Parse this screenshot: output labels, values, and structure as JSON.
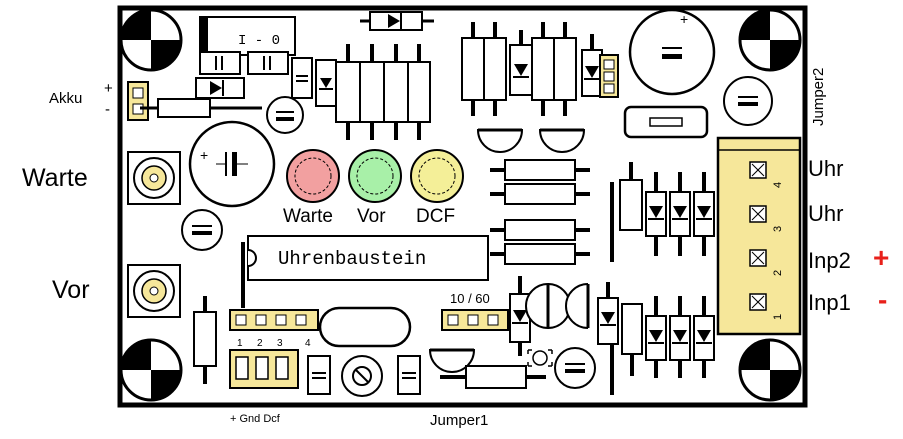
{
  "board": {
    "chip_label": "Uhrenbaustein",
    "switch_label": "I - 0",
    "jumper_label_top": "10 / 60",
    "jumper_numbers": [
      "1",
      "2",
      "3",
      "4"
    ],
    "connector_numbers": [
      "1",
      "2",
      "3",
      "4"
    ],
    "led_labels": [
      "Warte",
      "Vor",
      "DCF"
    ],
    "led_colors": [
      "#f2a0a0",
      "#a8f0a8",
      "#f4ef98"
    ]
  },
  "labels": {
    "akku": "Akku",
    "akku_plus": "+",
    "akku_minus": "-",
    "warte": "Warte",
    "vor": "Vor",
    "jumper1": "Jumper1",
    "jumper2": "Jumper2",
    "gnd_dcf": "+ Gnd Dcf",
    "uhr_1": "Uhr",
    "uhr_2": "Uhr",
    "inp2": "Inp2",
    "inp2_sign": "+",
    "inp1": "Inp1",
    "inp1_sign": "-"
  },
  "colors": {
    "header_fill": "#f6e79a",
    "connector_fill": "#f6e79a",
    "sign_red": "#e8201a"
  }
}
